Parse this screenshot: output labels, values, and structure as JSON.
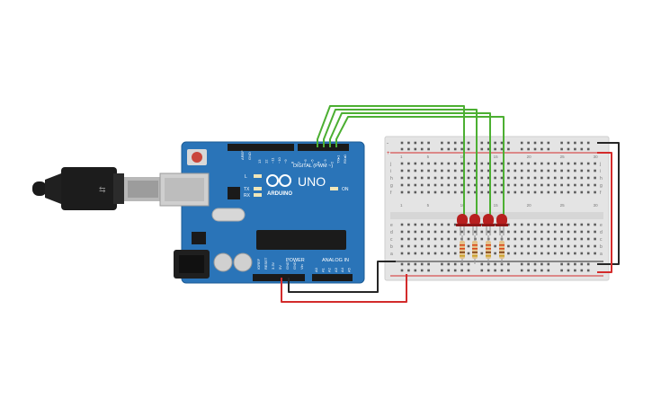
{
  "board": {
    "name": "UNO",
    "brand": "ARDUINO",
    "digital_label": "DIGITAL (PWM ~)",
    "analog_label": "ANALOG IN",
    "power_label": "POWER",
    "on_label": "ON",
    "led_l": "L",
    "led_tx": "TX",
    "led_rx": "RX",
    "aref": "AREF",
    "gnd": "GND",
    "ioref": "IOREF",
    "reset": "RESET",
    "v33": "3.3V",
    "v5": "5V",
    "vin": "Vin",
    "digital_pins": [
      "13",
      "12",
      "~11",
      "~10",
      "~9",
      "8",
      "7",
      "~6",
      "~5",
      "4",
      "~3",
      "2",
      "TX▸1",
      "RX◂0"
    ],
    "analog_pins": [
      "A0",
      "A1",
      "A2",
      "A3",
      "A4",
      "A5"
    ],
    "colors": {
      "board": "#2a74b8",
      "wire_signal": "#4caf32",
      "wire_power": "#d32b2b",
      "wire_ground": "#262626"
    }
  },
  "breadboard": {
    "rows_top": [
      "j",
      "i",
      "h",
      "g",
      "f"
    ],
    "rows_bottom": [
      "e",
      "d",
      "c",
      "b",
      "a"
    ],
    "col_labels": [
      "1",
      "5",
      "10",
      "15",
      "20",
      "25",
      "30"
    ],
    "rail_plus": "+",
    "rail_minus": "-"
  },
  "leds": {
    "count": 4,
    "color": "#b81f1f"
  }
}
